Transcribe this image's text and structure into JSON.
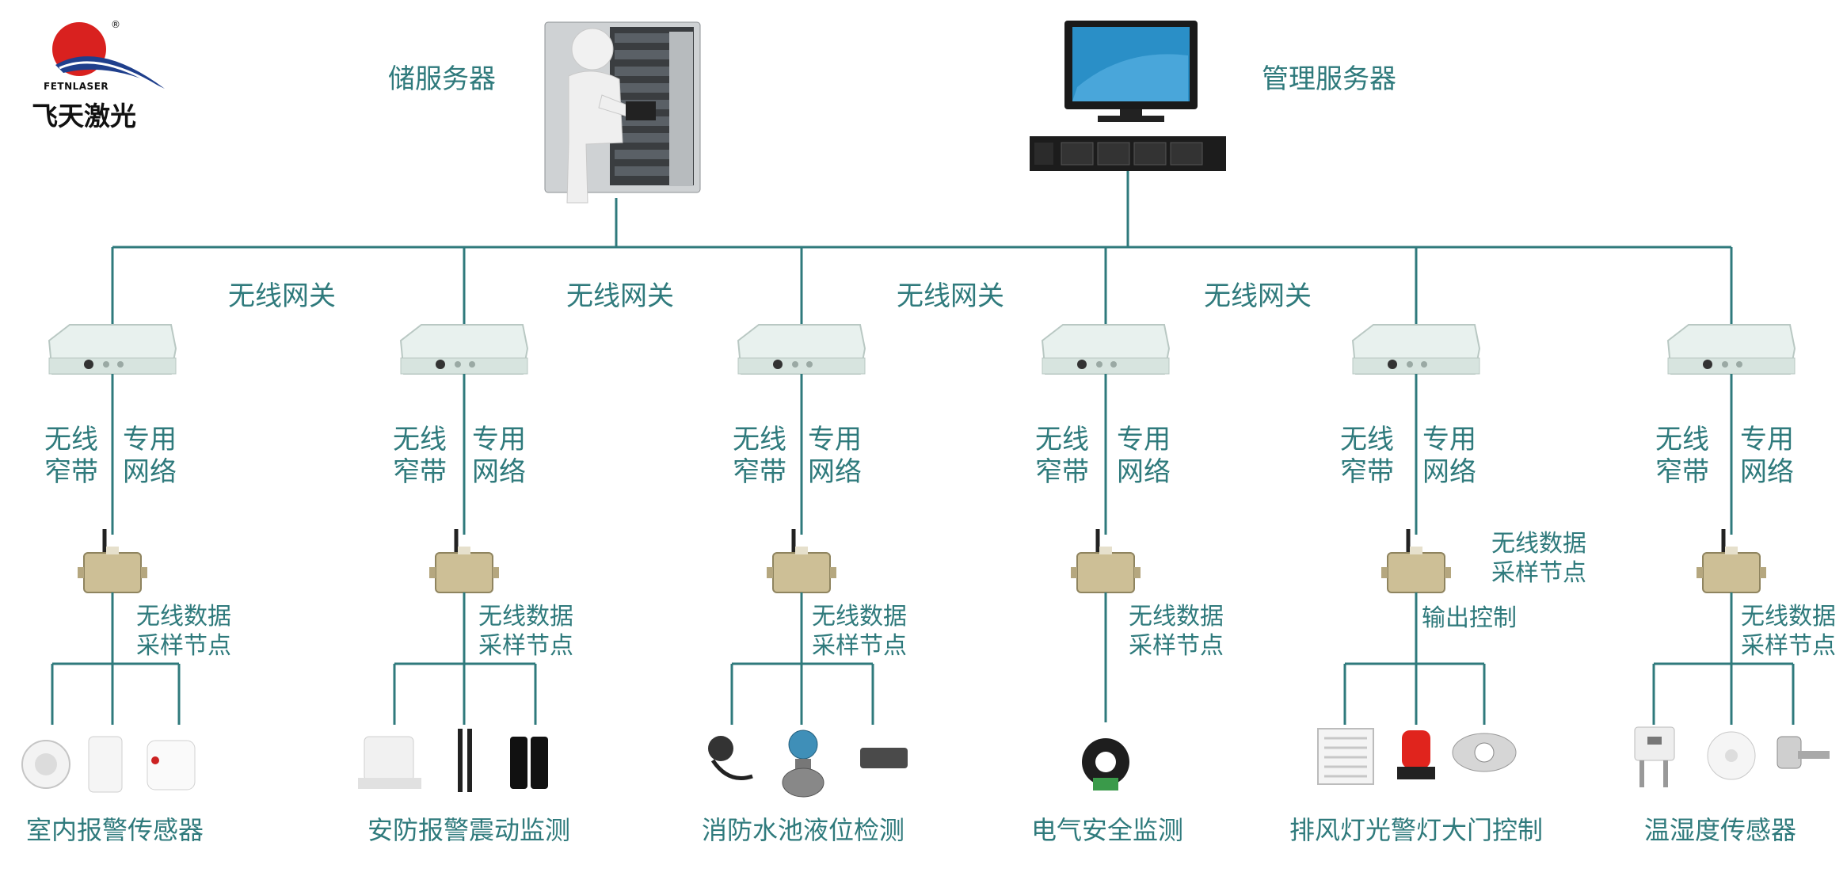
{
  "logo": {
    "brand_en": "FETNLASER",
    "brand_cn": "飞天激光",
    "reg": "®"
  },
  "top": {
    "storage_server": "储服务器",
    "management_server": "管理服务器"
  },
  "gateway_label": "无线网关",
  "link": {
    "left_line1": "无线",
    "left_line2": "窄带",
    "right_line1": "专用",
    "right_line2": "网络"
  },
  "node": {
    "line1": "无线数据",
    "line2": "采样节点"
  },
  "output_control": "输出控制",
  "columns": [
    {
      "title": "室内报警传感器"
    },
    {
      "title": "安防报警震动监测"
    },
    {
      "title": "消防水池液位检测"
    },
    {
      "title": "电气安全监测"
    },
    {
      "title": "排风灯光警灯大门控制"
    },
    {
      "title": "温湿度传感器"
    }
  ],
  "colors": {
    "line": "#2f7a7c",
    "text": "#2f7a7c",
    "logo_red": "#d9211f",
    "logo_blue": "#1f3f8c"
  }
}
